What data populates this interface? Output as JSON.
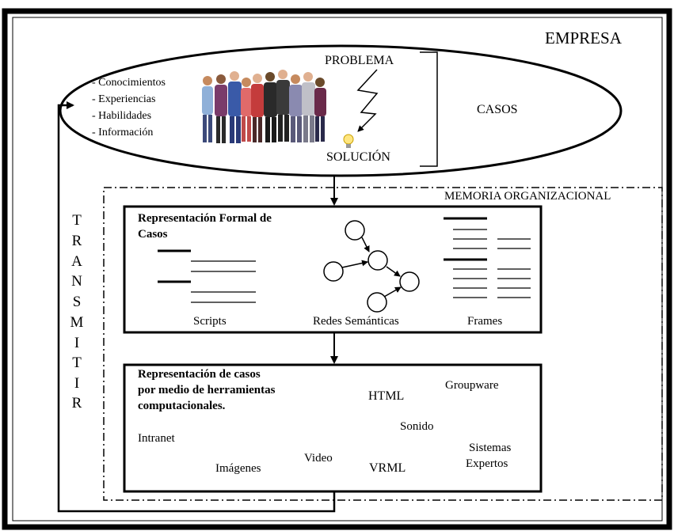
{
  "empresa_label": "EMPRESA",
  "casos_label": "CASOS",
  "problema_label": "PROBLEMA",
  "solucion_label": "SOLUCIÓN",
  "knowledge_items": [
    "- Conocimientos",
    "- Experiencias",
    "- Habilidades",
    "- Información"
  ],
  "memoria_label": "MEMORIA ORGANIZACIONAL",
  "transmitir_letters": [
    "T",
    "R",
    "A",
    "N",
    "S",
    "M",
    "I",
    "T",
    "I",
    "R"
  ],
  "formal_box": {
    "title_line1": "Representación Formal de",
    "title_line2": "Casos",
    "scripts_label": "Scripts",
    "redes_label": "Redes Semánticas",
    "frames_label": "Frames"
  },
  "tools_box": {
    "title_line1": "Representación de casos",
    "title_line2": "por medio de herramientas",
    "title_line3": "computacionales.",
    "html": "HTML",
    "groupware": "Groupware",
    "sonido": "Sonido",
    "intranet": "Intranet",
    "sistemas": "Sistemas",
    "expertos": "Expertos",
    "video": "Video",
    "imagenes": "Imágenes",
    "vrml": "VRML"
  },
  "colors": {
    "line": "#000000",
    "background": "#ffffff"
  }
}
